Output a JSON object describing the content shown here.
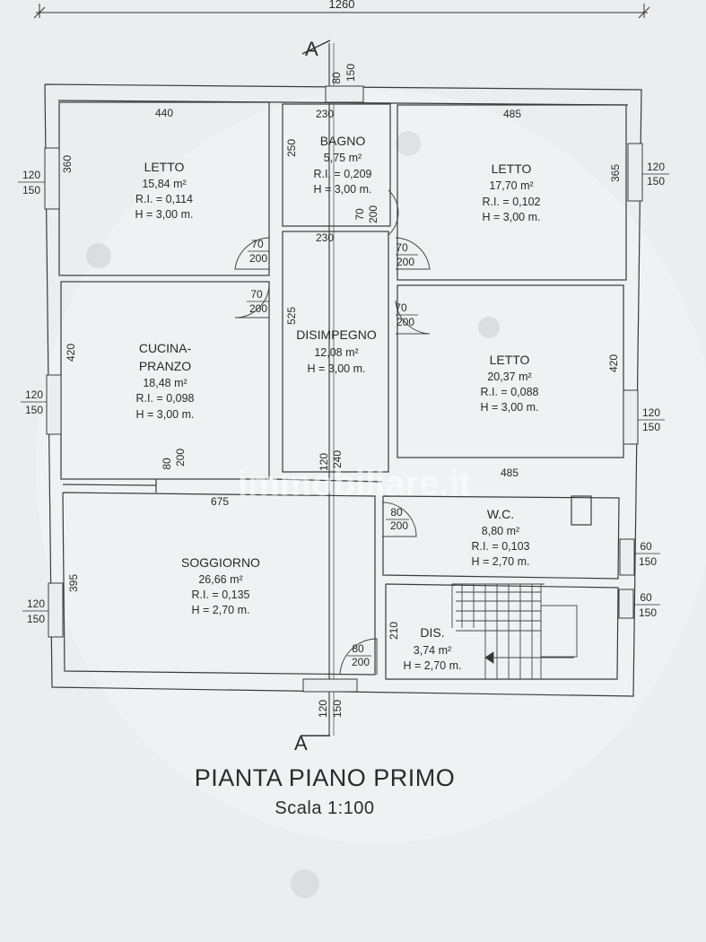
{
  "plan": {
    "title": "PIANTA PIANO PRIMO",
    "scale": "Scala 1:100",
    "overall_width": "1260",
    "section_marker_top": "A",
    "section_marker_bottom": "A",
    "watermark": "immobiliare.it"
  },
  "rooms": [
    {
      "id": "letto1",
      "name": "LETTO",
      "area": "15,84 m²",
      "ri": "R.I. = 0,114",
      "h": "H = 3,00 m."
    },
    {
      "id": "bagno",
      "name": "BAGNO",
      "area": "5,75 m²",
      "ri": "R.I. = 0,209",
      "h": "H = 3,00 m."
    },
    {
      "id": "letto2",
      "name": "LETTO",
      "area": "17,70 m²",
      "ri": "R.I. = 0,102",
      "h": "H = 3,00 m."
    },
    {
      "id": "cucina",
      "name": "CUCINA-",
      "name2": "PRANZO",
      "area": "18,48 m²",
      "ri": "R.I. = 0,098",
      "h": "H = 3,00 m."
    },
    {
      "id": "disimpegno",
      "name": "DISIMPEGNO",
      "area": "12,08 m²",
      "h": "H = 3,00 m."
    },
    {
      "id": "letto3",
      "name": "LETTO",
      "area": "20,37 m²",
      "ri": "R.I. = 0,088",
      "h": "H = 3,00 m."
    },
    {
      "id": "wc",
      "name": "W.C.",
      "area": "8,80 m²",
      "ri": "R.I. = 0,103",
      "h": "H = 2,70 m."
    },
    {
      "id": "soggiorno",
      "name": "SOGGIORNO",
      "area": "26,66 m²",
      "ri": "R.I. = 0,135",
      "h": "H = 2,70 m."
    },
    {
      "id": "dis",
      "name": "DIS.",
      "area": "3,74 m²",
      "h": "H = 2,70 m."
    }
  ],
  "dimensions": {
    "letto1_w": "440",
    "letto1_h": "360",
    "bagno_w": "230",
    "bagno_h": "250",
    "bagno_w2": "230",
    "letto2_w": "485",
    "letto2_h": "365",
    "cucina_h": "420",
    "disimp_h": "525",
    "letto3_h": "420",
    "letto3_w": "485",
    "soggiorno_w": "675",
    "soggiorno_h": "395",
    "dis_h": "210",
    "win_top_a": "80",
    "win_top_b": "150",
    "win_bot_a": "120",
    "win_bot_b": "150",
    "win_left1_a": "120",
    "win_left1_b": "150",
    "win_left2_a": "120",
    "win_left2_b": "150",
    "win_left3_a": "120",
    "win_left3_b": "150",
    "win_right1_a": "120",
    "win_right1_b": "150",
    "win_right2_a": "120",
    "win_right2_b": "150",
    "win_right3_a": "60",
    "win_right3_b": "150",
    "win_right4_a": "60",
    "win_right4_b": "150",
    "door_letto1_a": "70",
    "door_letto1_b": "200",
    "door_cucina_a": "70",
    "door_cucina_b": "200",
    "door_bagno_a": "70",
    "door_bagno_b": "200",
    "door_letto2_a": "70",
    "door_letto2_b": "200",
    "door_letto3_a": "70",
    "door_letto3_b": "200",
    "door_wc_a": "80",
    "door_wc_b": "200",
    "door_dis_a": "80",
    "door_dis_b": "200",
    "door_sogg_a": "80",
    "door_sogg_b": "200",
    "door_sogg2_a": "120",
    "door_sogg2_b": "240"
  }
}
